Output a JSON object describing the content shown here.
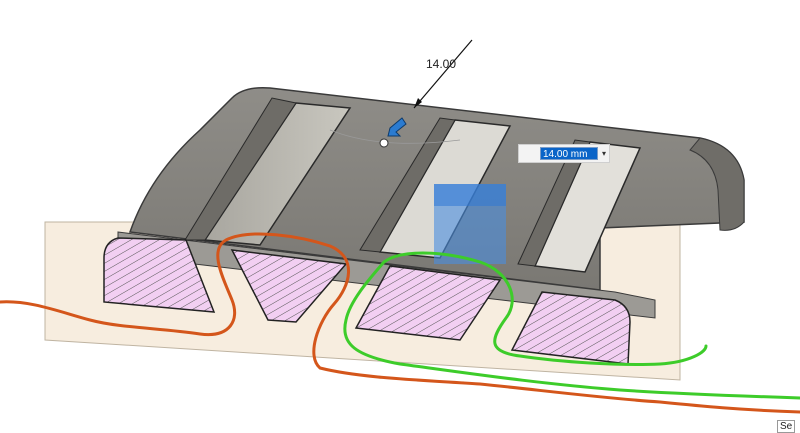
{
  "dimension": {
    "label": "14.00",
    "input_value": "14.00 mm",
    "dropdown_icon": "chevron-down-icon"
  },
  "corner_text": "Se",
  "colors": {
    "body_gray": "#8d8b86",
    "section_fill": "#f0cdf0",
    "sketch_plane": "#f6ecdd",
    "orange_stroke": "#d4561b",
    "green_stroke": "#3dcc2a",
    "selection_blue": "#4a8ee0"
  }
}
